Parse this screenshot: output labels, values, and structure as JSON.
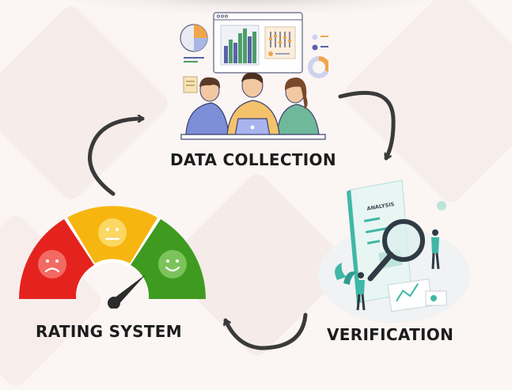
{
  "diagram": {
    "title": "",
    "stages": [
      {
        "id": "data-collection",
        "label": "DATA COLLECTION",
        "image_icon": "people-with-laptop-and-dashboard-icon"
      },
      {
        "id": "verification",
        "label": "VERIFICATION",
        "image_icon": "magnifying-glass-analysis-icon"
      },
      {
        "id": "rating-system",
        "label": "RATING SYSTEM",
        "image_icon": "satisfaction-gauge-icon"
      }
    ],
    "arrows": [
      {
        "from": "data-collection",
        "to": "verification"
      },
      {
        "from": "verification",
        "to": "rating-system"
      },
      {
        "from": "rating-system",
        "to": "data-collection"
      }
    ],
    "gauge_segments": [
      {
        "mood": "sad",
        "color": "#e5231e"
      },
      {
        "mood": "neutral",
        "color": "#f7b50f"
      },
      {
        "mood": "happy",
        "color": "#3f9b1f"
      }
    ],
    "verification_board_text": "ANALYSIS",
    "colors": {
      "arrow": "#3a3a3a",
      "label": "#1c1c1c",
      "accent_teal": "#3fb7a6"
    }
  }
}
